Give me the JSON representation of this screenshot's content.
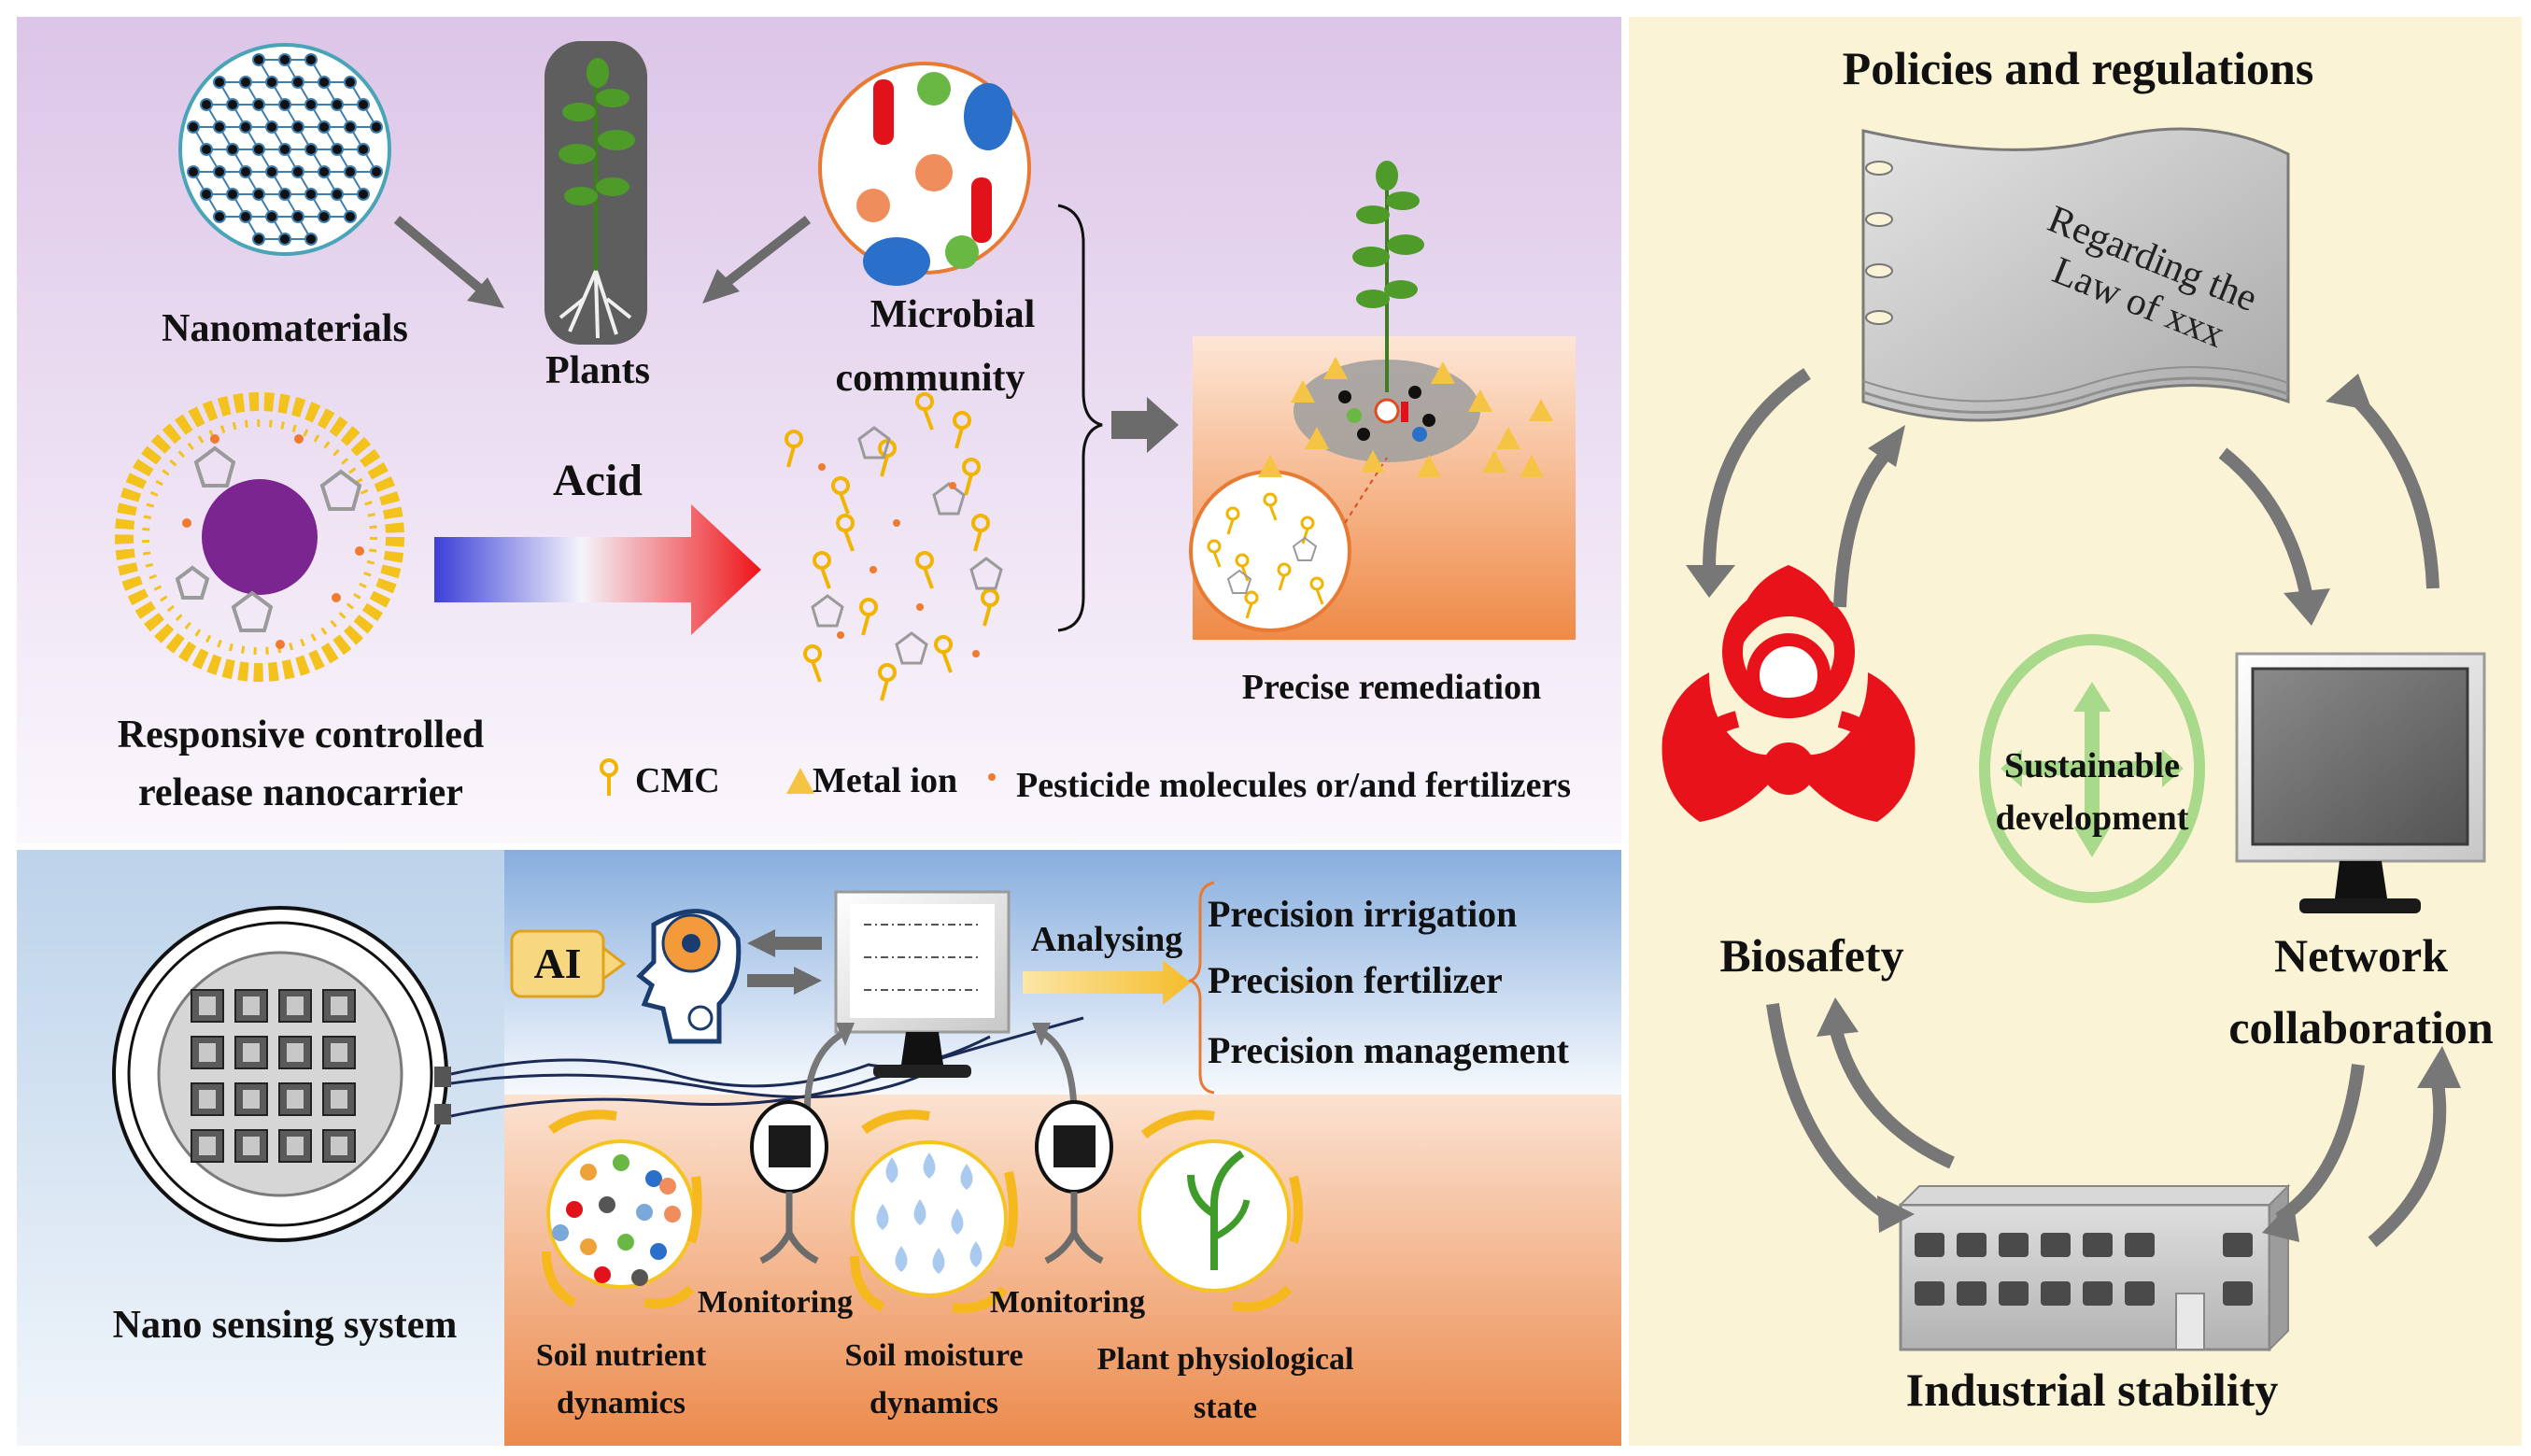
{
  "panel_a": {
    "nanomaterials": "Nanomaterials",
    "plants": "Plants",
    "microbial_1": "Microbial",
    "microbial_2": "community",
    "acid": "Acid",
    "nanocarrier_1": "Responsive controlled",
    "nanocarrier_2": "release nanocarrier",
    "precise_remediation": "Precise remediation",
    "legend": {
      "cmc": "CMC",
      "metal_ion": "Metal ion",
      "pesticide": "Pesticide molecules or/and fertilizers"
    }
  },
  "panel_b": {
    "ai": "AI",
    "analysing": "Analysing",
    "outputs": [
      "Precision irrigation",
      "Precision fertilizer",
      "Precision management"
    ],
    "monitoring": "Monitoring",
    "nano_sensing": "Nano sensing system",
    "soil_nutrient_1": "Soil nutrient",
    "soil_nutrient_2": "dynamics",
    "soil_moisture_1": "Soil moisture",
    "soil_moisture_2": "dynamics",
    "plant_state_1": "Plant physiological",
    "plant_state_2": "state"
  },
  "panel_c": {
    "policies": "Policies and regulations",
    "doc_line1": "Regarding the",
    "doc_line2": "Law of xxx",
    "biosafety": "Biosafety",
    "sustainable_1": "Sustainable",
    "sustainable_2": "development",
    "network_1": "Network",
    "network_2": "collaboration",
    "industrial": "Industrial stability"
  },
  "colors": {
    "panel_a_top": "#e6d2ee",
    "panel_b_sky": "#bcd3ea",
    "panel_b_soil": "#ef9a62",
    "panel_c_bg": "#fbf3d5",
    "biohazard": "#e8121a",
    "accent_yellow": "#f1b400",
    "cycle_arrow": "#757575"
  }
}
